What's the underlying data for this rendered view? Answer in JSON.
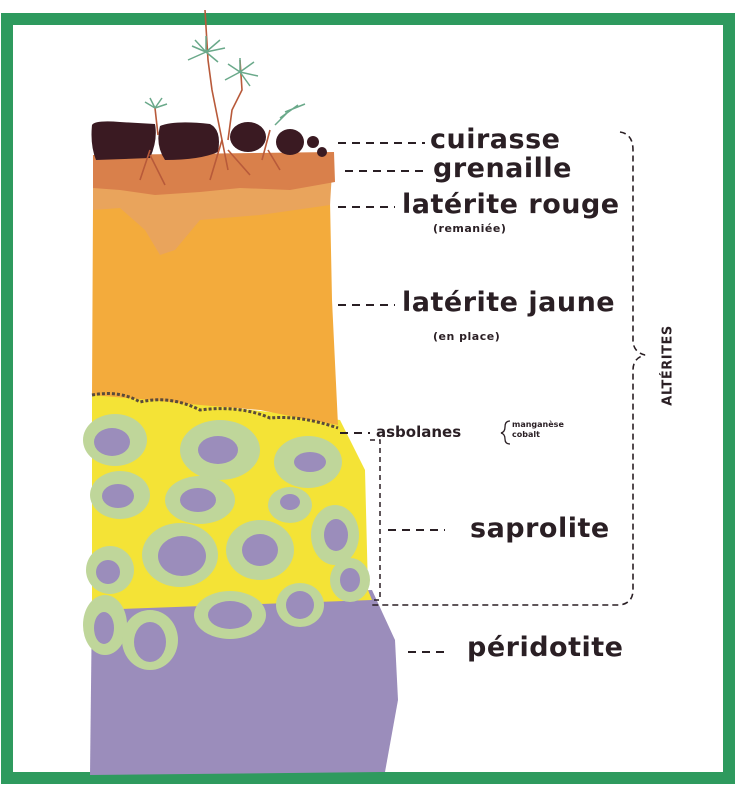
{
  "labels": {
    "cuirasse": "cuirasse",
    "grenaille": "grenaille",
    "laterite_rouge": "latérite rouge",
    "laterite_rouge_note": "(remaniée)",
    "laterite_jaune": "latérite jaune",
    "laterite_jaune_note": "(en place)",
    "asbolanes": "asbolanes",
    "asbolanes_manganese": "manganèse",
    "asbolanes_cobalt": "cobalt",
    "saprolite": "saprolite",
    "peridotite": "péridotite",
    "alterites": "ALTÉRITES"
  },
  "colors": {
    "frame_green": "#2e9a5e",
    "cuirasse": "#3a1a22",
    "grenaille": "#d9814a",
    "laterite_rouge": "#e8a356",
    "laterite_jaune": "#f5b03c",
    "saprolite_yellow": "#f7ea3a",
    "saprolite_ring": "#bfd69a",
    "peridotite": "#9b8dbb",
    "text": "#2a1f24"
  }
}
